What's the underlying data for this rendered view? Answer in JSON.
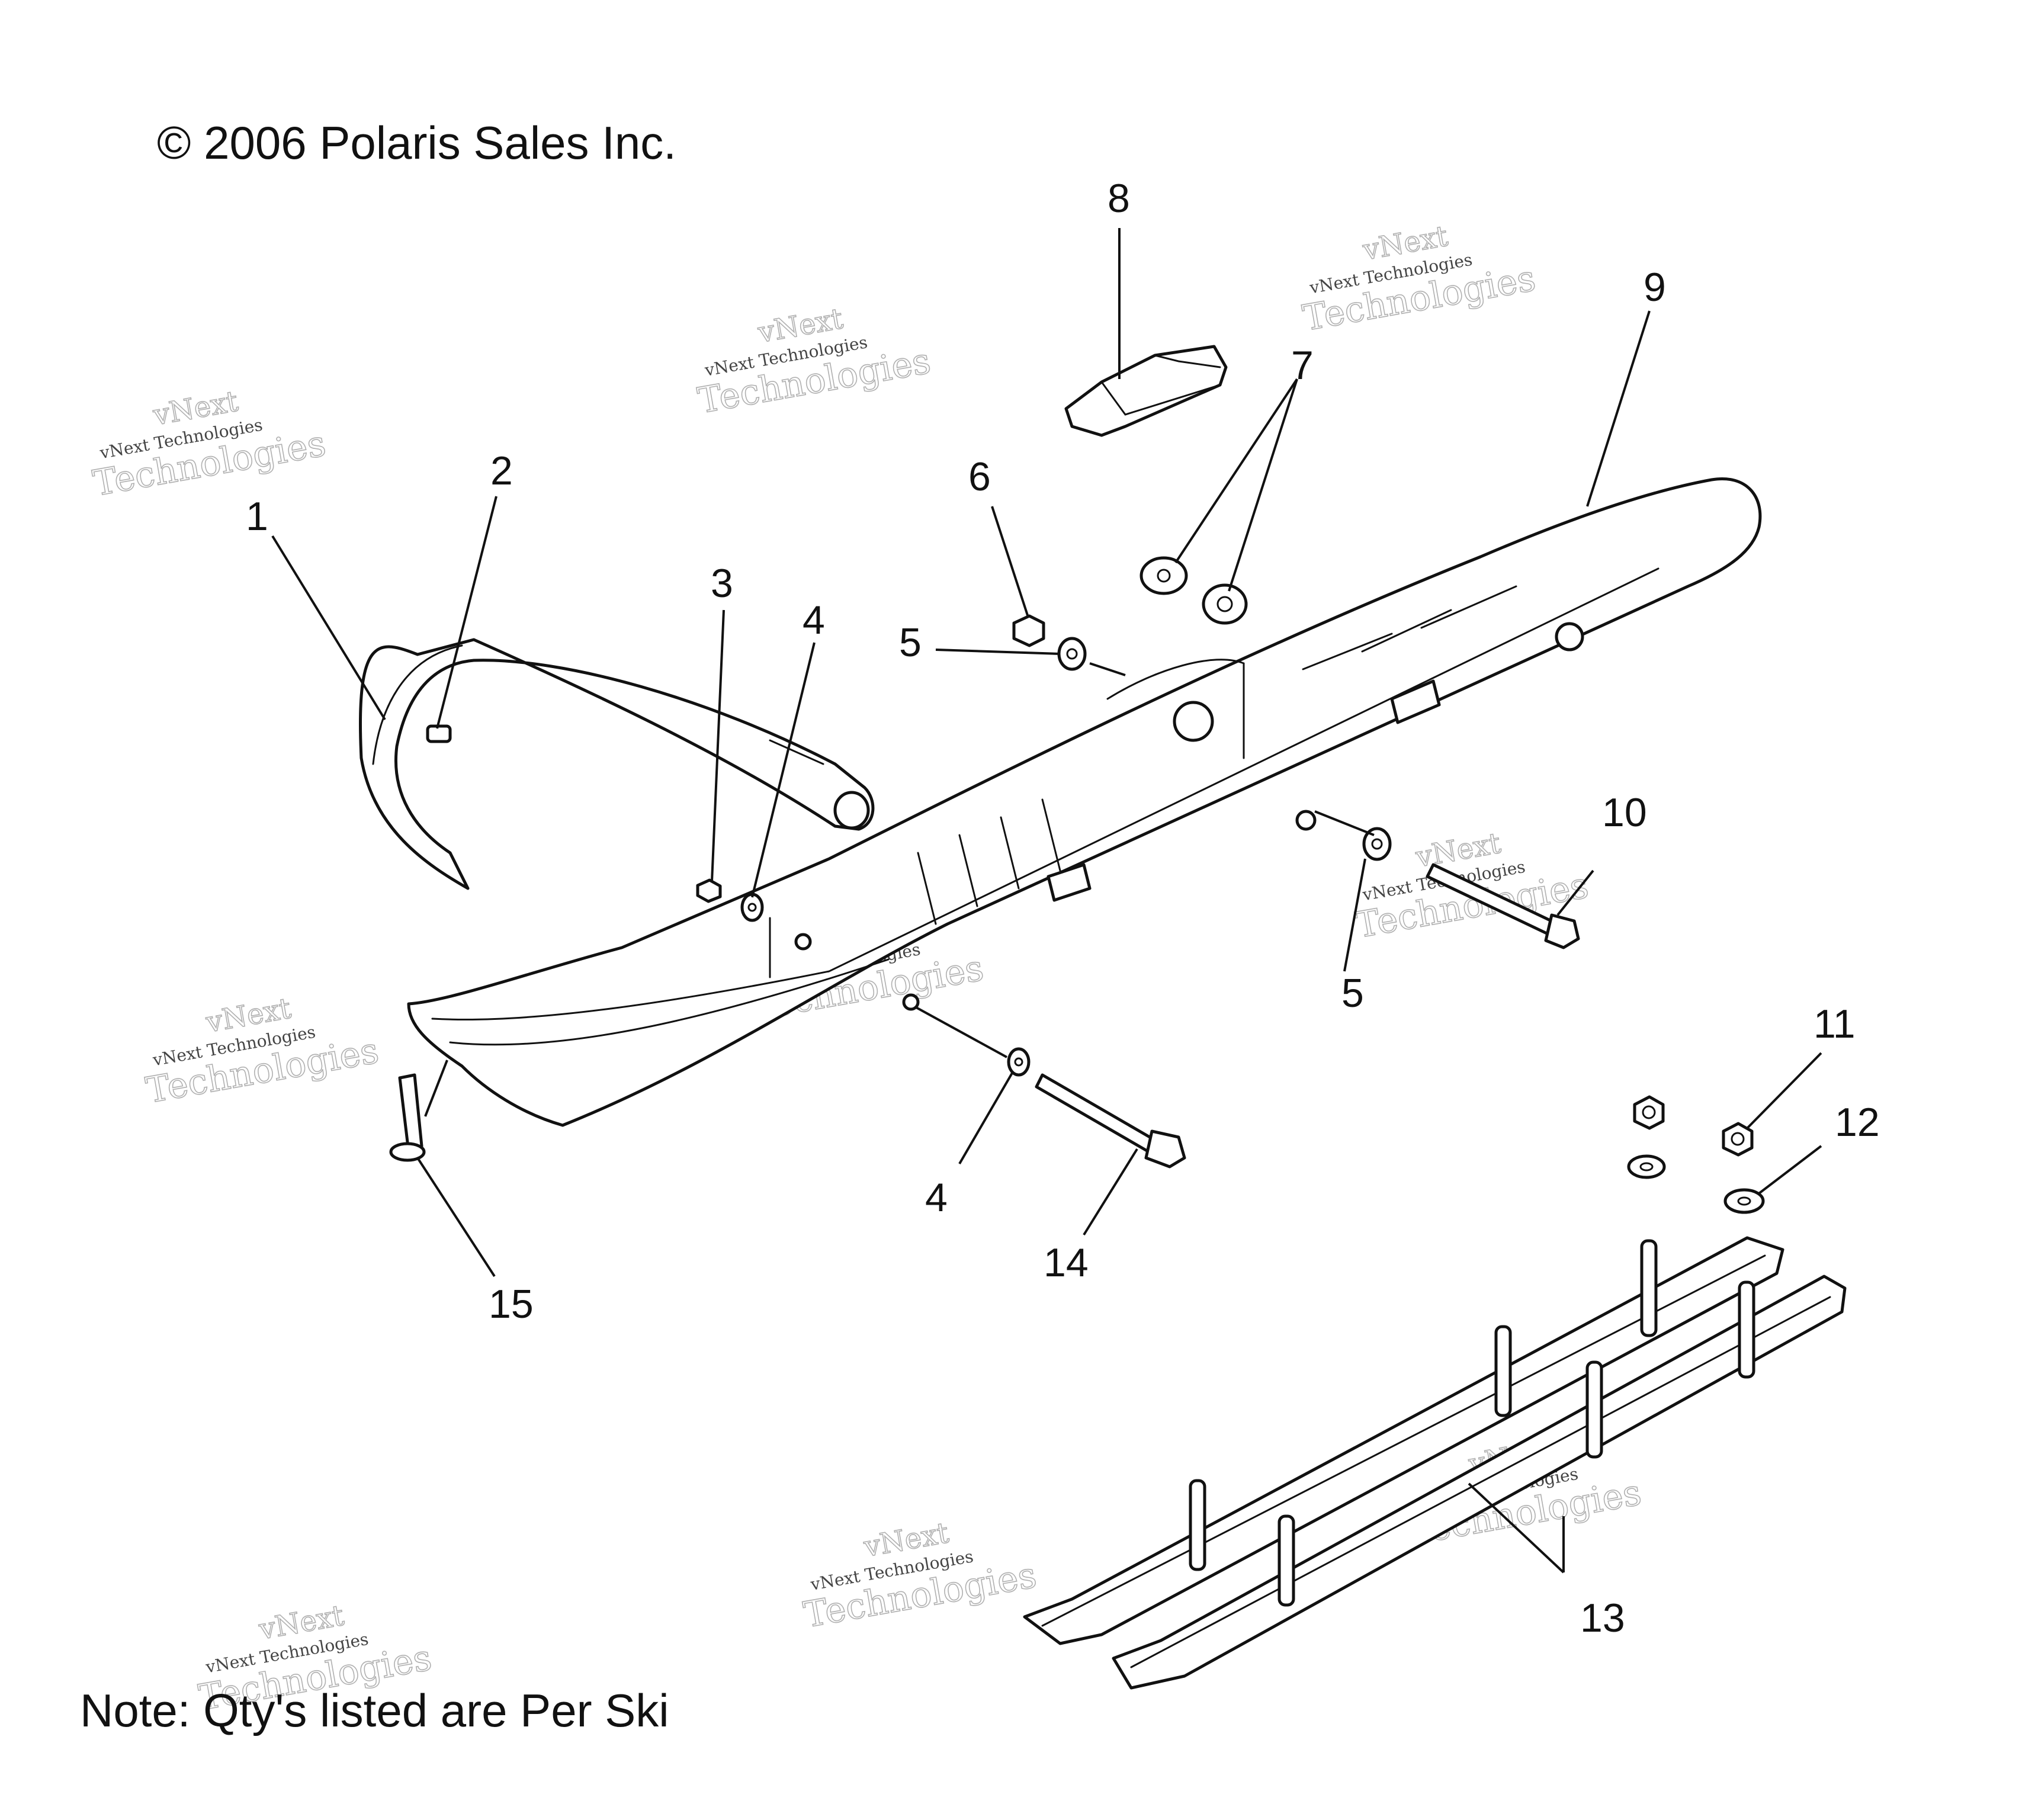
{
  "copyright": "© 2006 Polaris Sales Inc.",
  "note": "Note: Qty's listed are Per Ski",
  "watermark": {
    "top_line": "vNext",
    "small_line": "vNext Technologies",
    "large_line": "Technologies"
  },
  "callouts": {
    "c1": "1",
    "c2": "2",
    "c3": "3",
    "c4a": "4",
    "c4b": "4",
    "c5a": "5",
    "c5b": "5",
    "c6": "6",
    "c7": "7",
    "c8": "8",
    "c9": "9",
    "c10": "10",
    "c11": "11",
    "c12": "12",
    "c13": "13",
    "c14": "14",
    "c15": "15"
  }
}
